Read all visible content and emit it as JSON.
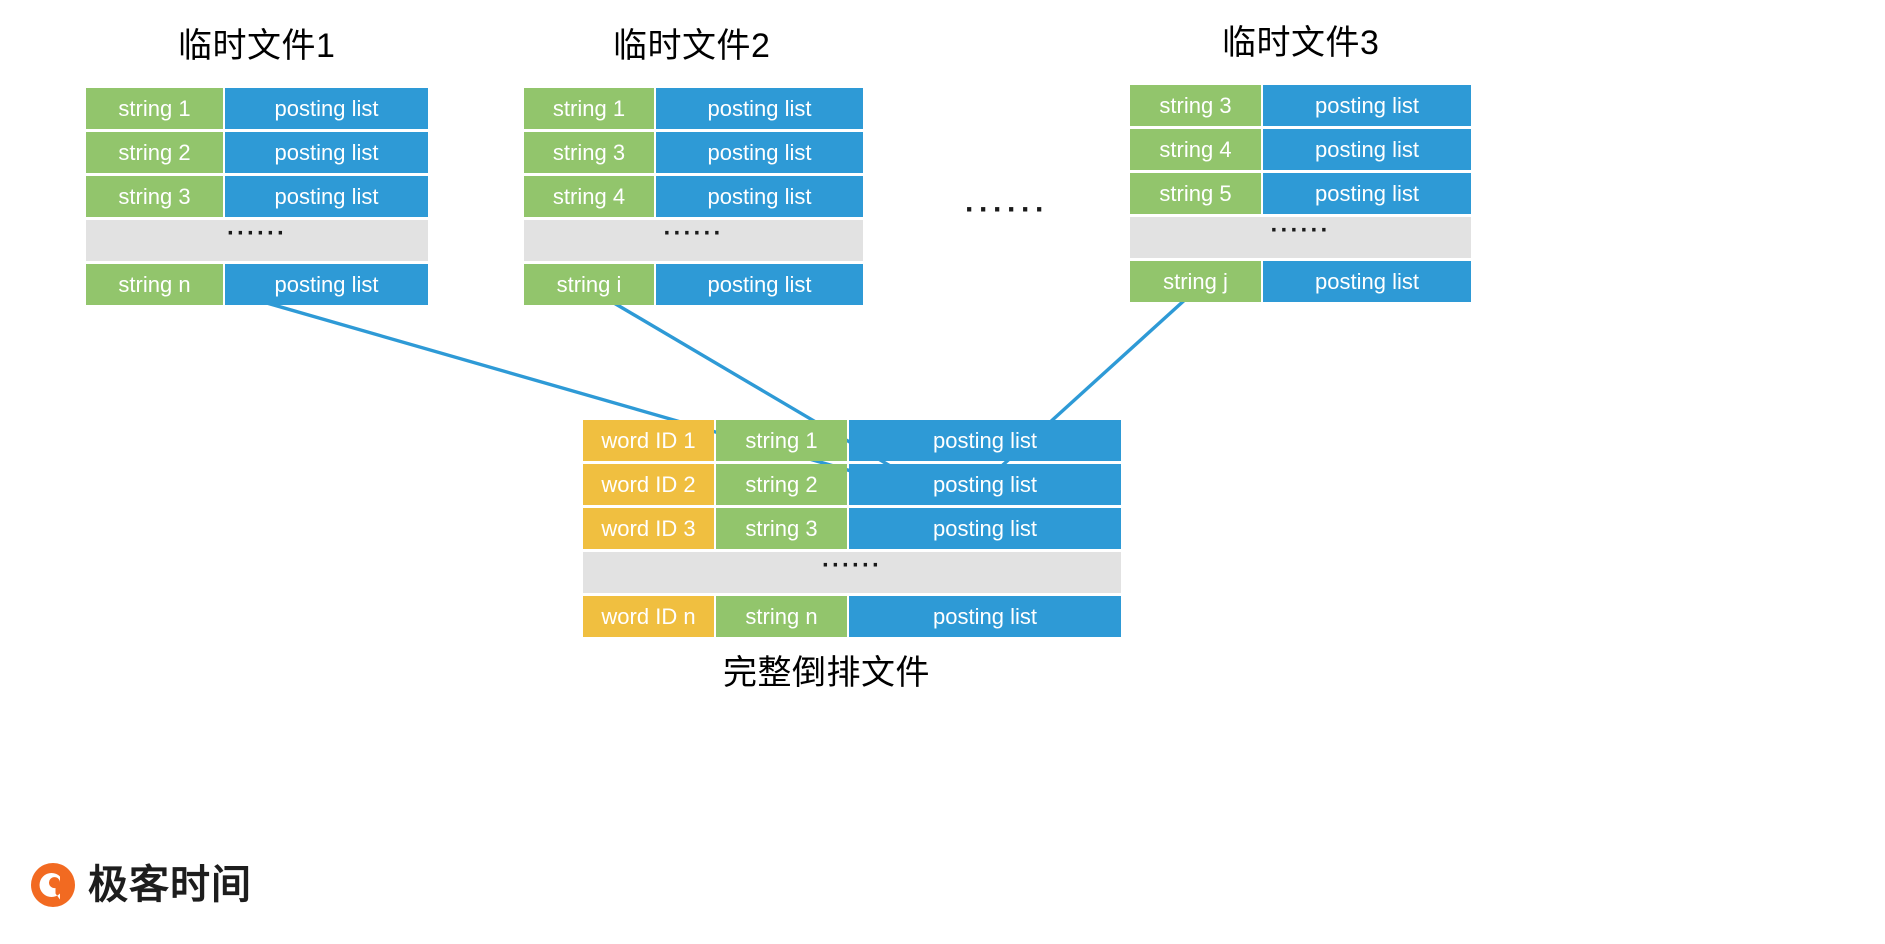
{
  "diagram": {
    "title_caption": "完整倒排文件",
    "gap_ellipsis": "······",
    "ellipsis_label": "······",
    "colors": {
      "word_id": "#F0BF40",
      "string": "#92C56C",
      "posting_list": "#2E9AD6",
      "ellipsis_row": "#E2E2E2",
      "arrow": "#2E9AD6",
      "logo_orange": "#F26A21"
    }
  },
  "temp_files": [
    {
      "title": "临时文件1",
      "rows": [
        {
          "type": "data",
          "string": "string 1",
          "posting": "posting list"
        },
        {
          "type": "data",
          "string": "string 2",
          "posting": "posting list"
        },
        {
          "type": "data",
          "string": "string 3",
          "posting": "posting list"
        },
        {
          "type": "ellipsis",
          "text": "······"
        },
        {
          "type": "data",
          "string": "string n",
          "posting": "posting list"
        }
      ]
    },
    {
      "title": "临时文件2",
      "rows": [
        {
          "type": "data",
          "string": "string 1",
          "posting": "posting list"
        },
        {
          "type": "data",
          "string": "string 3",
          "posting": "posting list"
        },
        {
          "type": "data",
          "string": "string 4",
          "posting": "posting list"
        },
        {
          "type": "ellipsis",
          "text": "······"
        },
        {
          "type": "data",
          "string": "string i",
          "posting": "posting list"
        }
      ]
    },
    {
      "title": "临时文件3",
      "rows": [
        {
          "type": "data",
          "string": "string 3",
          "posting": "posting list"
        },
        {
          "type": "data",
          "string": "string 4",
          "posting": "posting list"
        },
        {
          "type": "data",
          "string": "string 5",
          "posting": "posting list"
        },
        {
          "type": "ellipsis",
          "text": "······"
        },
        {
          "type": "data",
          "string": "string j",
          "posting": "posting list"
        }
      ]
    }
  ],
  "merged_file": {
    "caption": "完整倒排文件",
    "rows": [
      {
        "type": "data",
        "word_id": "word ID 1",
        "string": "string 1",
        "posting": "posting list"
      },
      {
        "type": "data",
        "word_id": "word ID 2",
        "string": "string 2",
        "posting": "posting list"
      },
      {
        "type": "data",
        "word_id": "word ID 3",
        "string": "string 3",
        "posting": "posting list"
      },
      {
        "type": "ellipsis",
        "text": "······"
      },
      {
        "type": "data",
        "word_id": "word ID n",
        "string": "string n",
        "posting": "posting list"
      }
    ]
  },
  "logo": {
    "text": "极客时间",
    "mark": "geektime-logo-icon"
  }
}
